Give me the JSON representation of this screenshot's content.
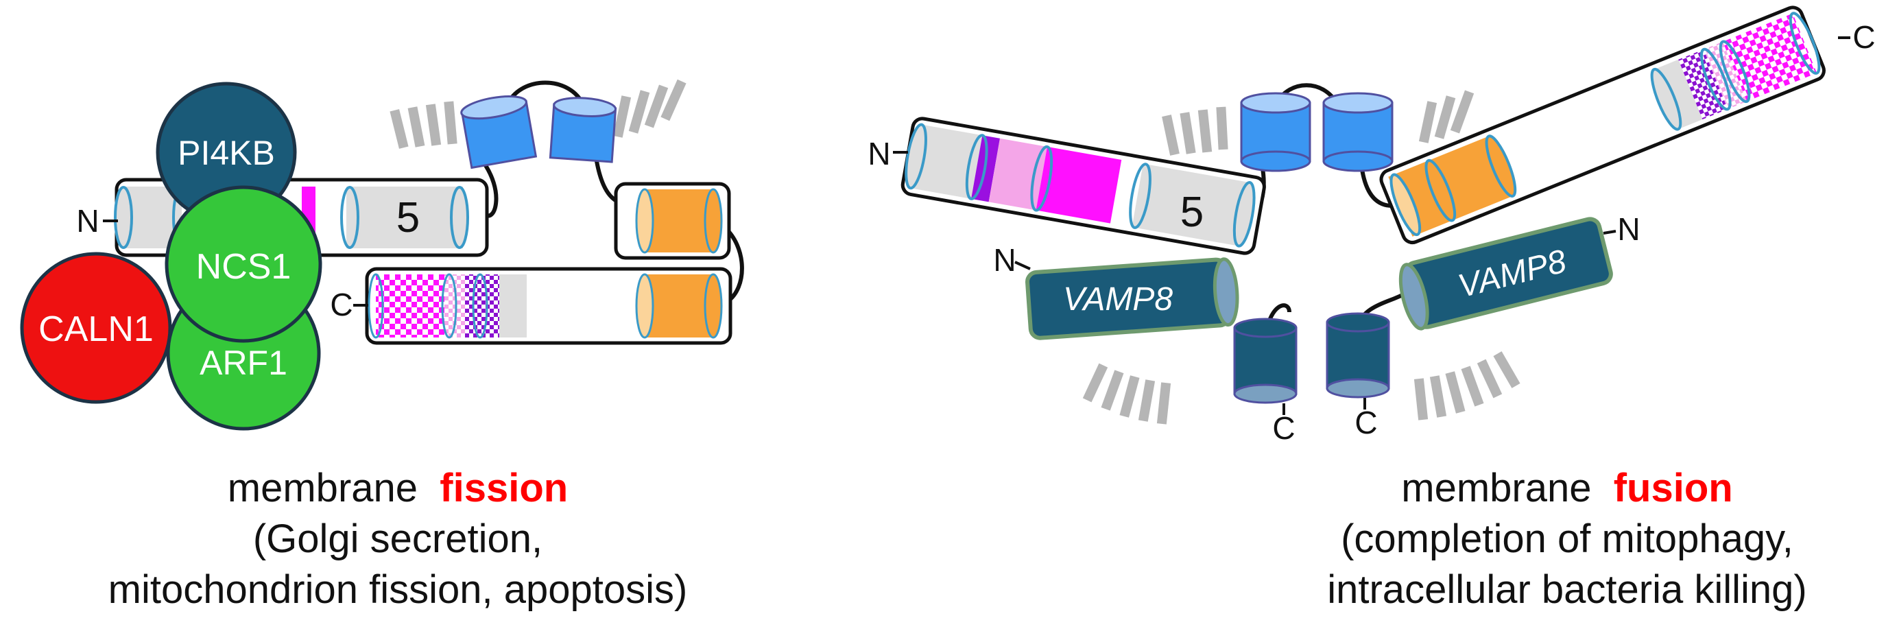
{
  "left": {
    "proteins": {
      "pi4kb": "PI4KB",
      "ncs1": "NCS1",
      "caln1": "CALN1",
      "arf1": "ARF1"
    },
    "helix_number": "5",
    "n_term": "N",
    "c_term": "C",
    "caption": {
      "prefix": "membrane",
      "highlight": "fission",
      "line2": "(Golgi secretion,",
      "line3": "mitochondrion fission, apoptosis)"
    }
  },
  "right": {
    "vamp_left": "VAMP8",
    "vamp_right": "VAMP8",
    "helix_number": "5",
    "n_term_top": "N",
    "c_term_top": "C",
    "n_term_vamp_left": "N",
    "n_term_vamp_right": "N",
    "c_term_bottom_left": "C",
    "c_term_bottom_right": "C",
    "caption": {
      "prefix": "membrane",
      "highlight": "fusion",
      "line2": "(completion of mitophagy,",
      "line3": "intracellular bacteria killing)"
    }
  },
  "colors": {
    "orange": "#f7a238",
    "blue": "#3b96f2",
    "dark_teal": "#1a5a78",
    "green": "#35c73a",
    "red": "#ee1111",
    "magenta": "#ff10ff",
    "pink": "#f4a6e8",
    "purple": "#9a10e0",
    "gray": "#dcdcdc",
    "membrane": "#b0b0b0",
    "fission_fusion_highlight": "#ff0000"
  }
}
